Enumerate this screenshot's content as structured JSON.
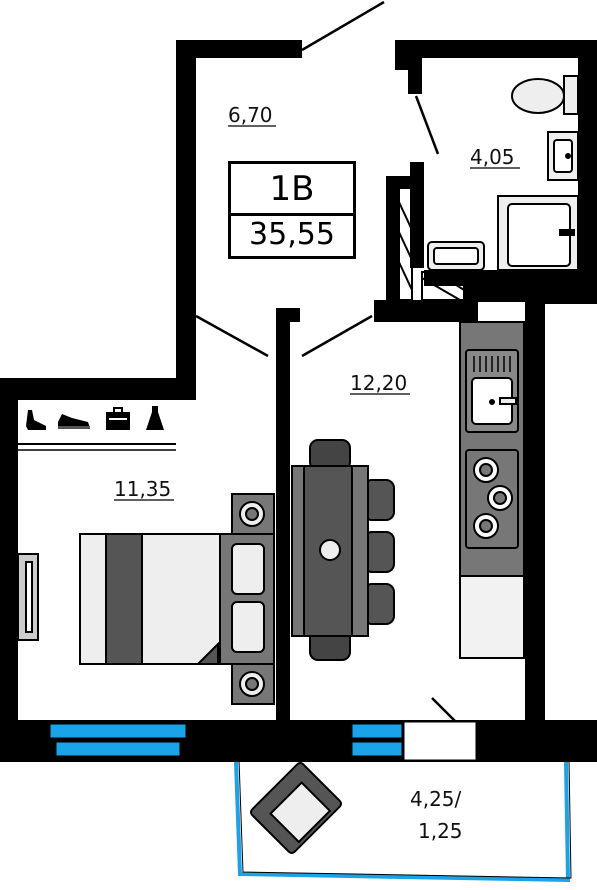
{
  "apartment": {
    "code": "1В",
    "total_area": "35,55"
  },
  "rooms": {
    "hallway": {
      "area": "6,70"
    },
    "bathroom": {
      "area": "4,05"
    },
    "kitchen": {
      "area": "12,20"
    },
    "bedroom": {
      "area": "11,35"
    },
    "balcony": {
      "area_line1": "4,25/",
      "area_line2": "1,25"
    }
  },
  "colors": {
    "wall": "#000000",
    "window": "#1aa3e8",
    "furniture": "#555555",
    "furniture_light": "#f2f2f2",
    "furniture_mid": "#7a7a7a"
  },
  "icons": [
    "heel-shoe-icon",
    "sneaker-icon",
    "suitcase-icon",
    "dress-icon"
  ]
}
